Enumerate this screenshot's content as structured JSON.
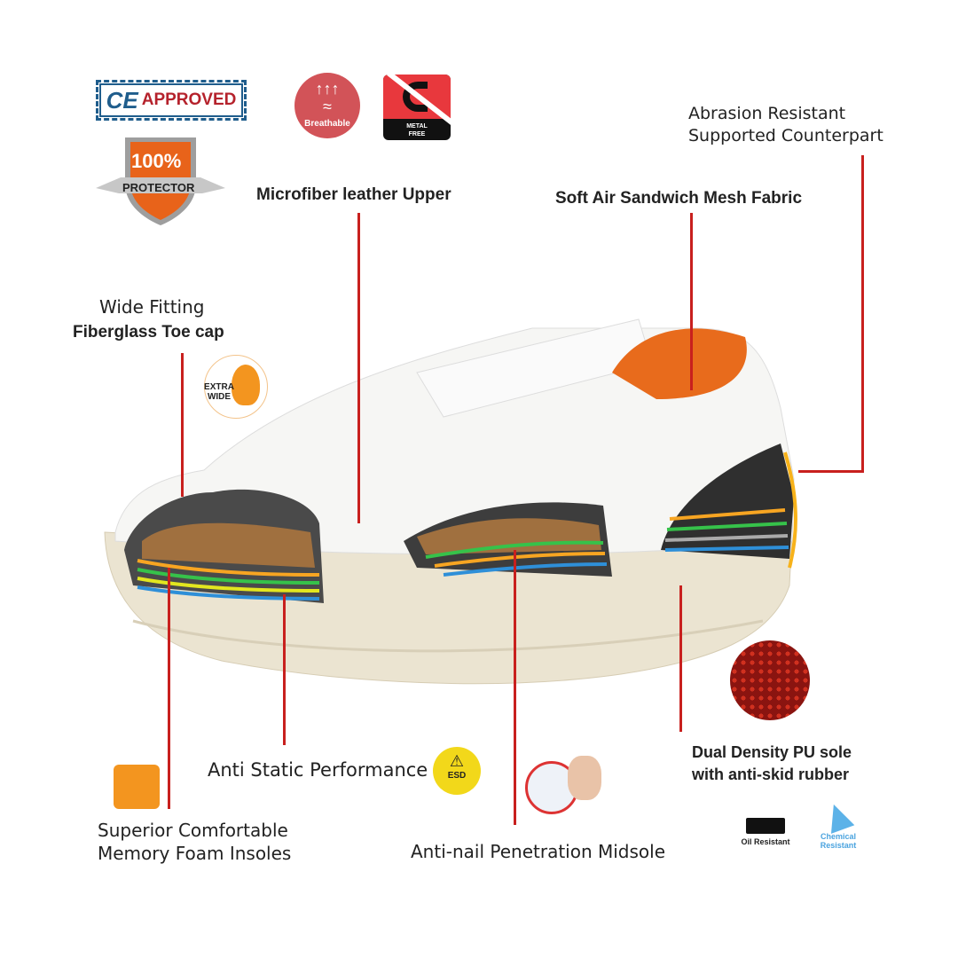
{
  "badges": {
    "ce_mark": "CE",
    "ce_text": "APPROVED",
    "protector_percent": "100%",
    "protector_text": "PROTECTOR",
    "breathable": "Breathable",
    "metal_free": "METAL FREE",
    "extra_wide": "EXTRA WIDE",
    "esd": "ESD",
    "oil_resistant": "Oil Resistant",
    "chemical_resistant_1": "Chemical",
    "chemical_resistant_2": "Resistant"
  },
  "callouts": {
    "abrasion_1": "Abrasion Resistant",
    "abrasion_2": "Supported Counterpart",
    "microfiber": "Microfiber leather Upper",
    "mesh": "Soft Air Sandwich Mesh Fabric",
    "wide_1": "Wide Fitting",
    "wide_2": "Fiberglass Toe cap",
    "antistatic": "Anti Static Performance",
    "insole_1": "Superior Comfortable",
    "insole_2": "Memory Foam Insoles",
    "midsole": "Anti-nail Penetration Midsole",
    "sole_1": "Dual Density PU sole",
    "sole_2": "with anti-skid rubber"
  },
  "colors": {
    "accent_red": "#c8201e",
    "orange": "#f07a1a",
    "ce_blue": "#1f5d8c"
  }
}
